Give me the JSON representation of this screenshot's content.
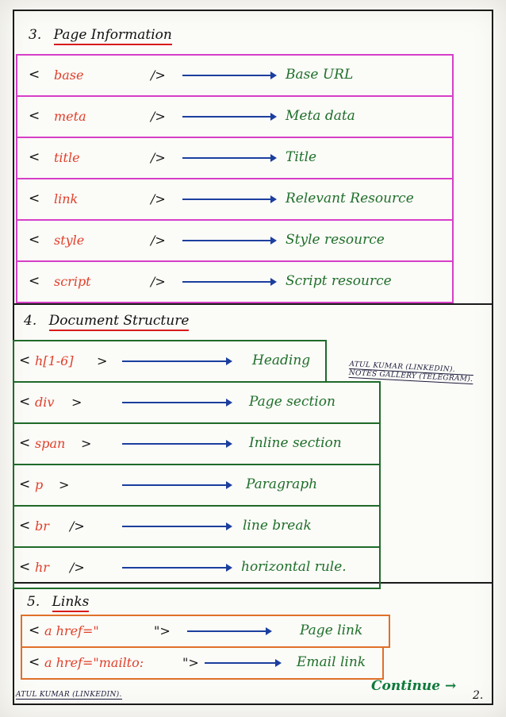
{
  "sections": {
    "page_info": {
      "number": "3.",
      "title": "Page Information",
      "rows": [
        {
          "open": "<",
          "tag": "base",
          "close": "/>",
          "desc": "Base URL"
        },
        {
          "open": "<",
          "tag": "meta",
          "close": "/>",
          "desc": "Meta data"
        },
        {
          "open": "<",
          "tag": "title",
          "close": "/>",
          "desc": "Title"
        },
        {
          "open": "<",
          "tag": "link",
          "close": "/>",
          "desc": "Relevant Resource"
        },
        {
          "open": "<",
          "tag": "style",
          "close": "/>",
          "desc": "Style resource"
        },
        {
          "open": "<",
          "tag": "script",
          "close": "/>",
          "desc": "Script resource"
        }
      ]
    },
    "doc_structure": {
      "number": "4.",
      "title": "Document Structure",
      "rows": [
        {
          "open": "<",
          "tag": "h[1-6]",
          "close": ">",
          "desc": "Heading"
        },
        {
          "open": "<",
          "tag": "div",
          "close": ">",
          "desc": "Page section"
        },
        {
          "open": "<",
          "tag": "span",
          "close": ">",
          "desc": "Inline section"
        },
        {
          "open": "<",
          "tag": "p",
          "close": ">",
          "desc": "Paragraph"
        },
        {
          "open": "<",
          "tag": "br",
          "close": "/>",
          "desc": "line break"
        },
        {
          "open": "<",
          "tag": "hr",
          "close": "/>",
          "desc": "horizontal rule."
        }
      ]
    },
    "links": {
      "number": "5.",
      "title": "Links",
      "rows": [
        {
          "open": "<",
          "tag": "a href=\"",
          "close": "\">",
          "desc": "Page link"
        },
        {
          "open": "<",
          "tag": "a href=\"mailto:",
          "close": "\">",
          "desc": "Email link"
        }
      ]
    }
  },
  "credit_side": {
    "line1": "ATUL KUMAR (LINKEDIN).",
    "line2": "NOTES GALLERY (TELEGRAM)."
  },
  "credit_bottom": "ATUL KUMAR (LINKEDIN).",
  "footer": {
    "continue": "Continue →",
    "page": "2."
  },
  "colors": {
    "pink_border": "#d63fc7",
    "green_border": "#1f6a2a",
    "orange_border": "#e0702a",
    "tag_red": "#e0402a",
    "desc_green": "#1f6f2a",
    "arrow_blue": "#1c3f9e",
    "underline_red": "#d81b1b"
  }
}
